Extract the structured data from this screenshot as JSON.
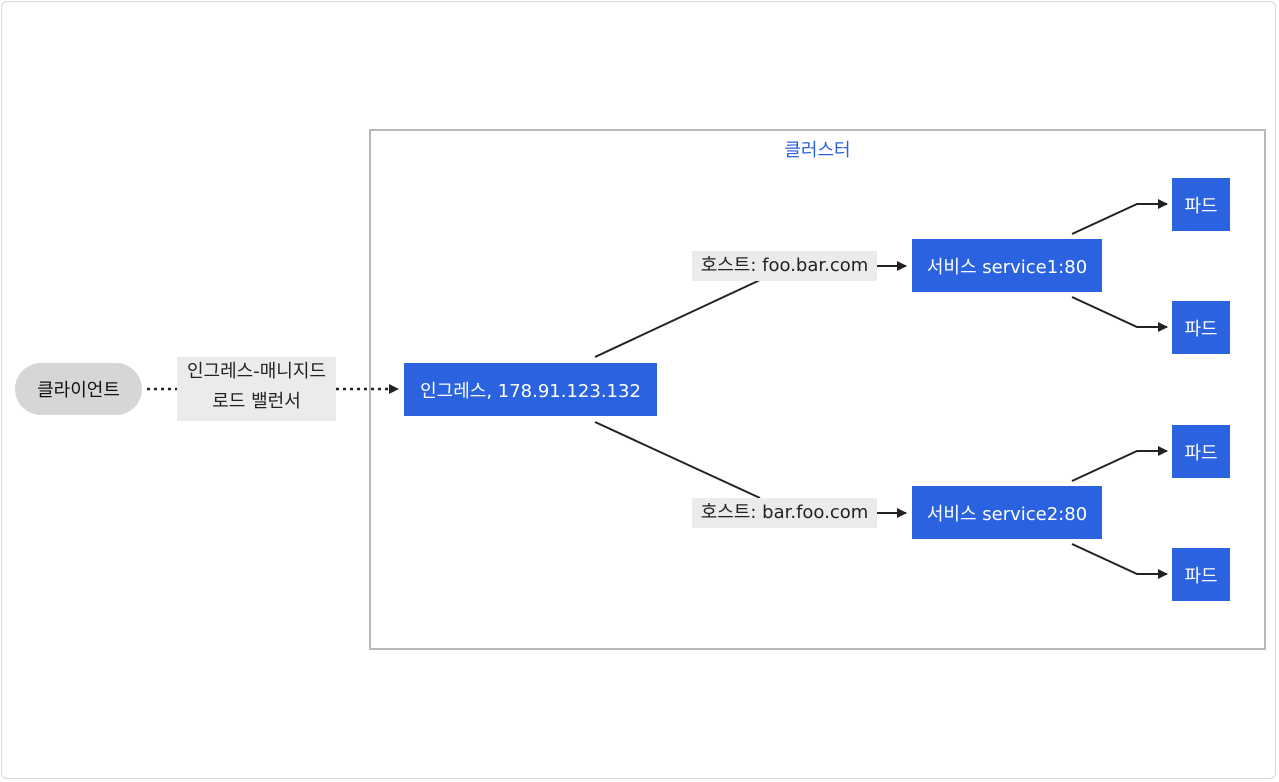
{
  "cluster": {
    "label": "클러스터"
  },
  "client": {
    "label": "클라이언트"
  },
  "lb": {
    "line1": "인그레스-매니지드",
    "line2": "로드 밸런서"
  },
  "ingress": {
    "label": "인그레스, 178.91.123.132"
  },
  "hosts": [
    {
      "label": "호스트: foo.bar.com"
    },
    {
      "label": "호스트: bar.foo.com"
    }
  ],
  "services": [
    {
      "label": "서비스 service1:80"
    },
    {
      "label": "서비스 service2:80"
    }
  ],
  "pods": [
    {
      "label": "파드"
    },
    {
      "label": "파드"
    },
    {
      "label": "파드"
    },
    {
      "label": "파드"
    }
  ],
  "colors": {
    "node_fill": "#2b62e0",
    "cluster_border": "#b8b8b8",
    "cluster_label": "#2962d9",
    "client_fill": "#d6d6d6",
    "edge_label_bg": "#ebebeb",
    "edge": "#222222"
  }
}
